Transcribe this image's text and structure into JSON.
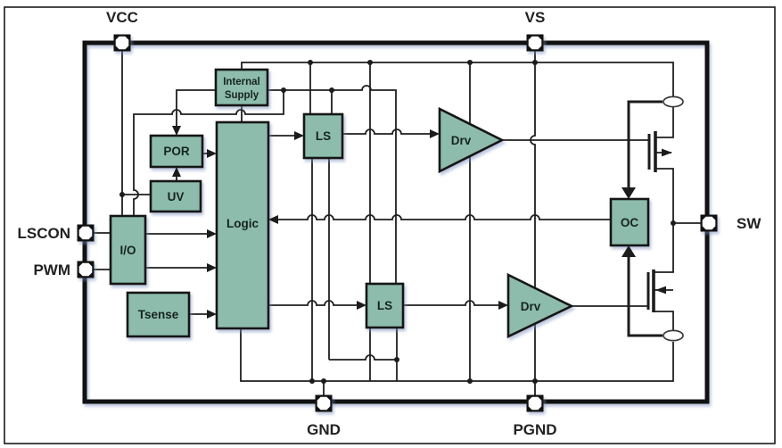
{
  "colors": {
    "block_fill": "#8DBCAC",
    "wire": "#1F1F1F",
    "chip_border": "#111111",
    "label_text": "#222222",
    "block_text": "#16241F",
    "shadow": "#7A8EBC"
  },
  "pins": {
    "vcc": "VCC",
    "vs": "VS",
    "lscon": "LSCON",
    "pwm": "PWM",
    "sw": "SW",
    "gnd": "GND",
    "pgnd": "PGND"
  },
  "blocks": {
    "internal_supply": {
      "line1": "Internal",
      "line2": "Supply"
    },
    "por": "POR",
    "uv": "UV",
    "io": "I/O",
    "logic": "Logic",
    "tsense": "Tsense",
    "ls_high": "LS",
    "ls_low": "LS",
    "oc": "OC",
    "drv_high": "Drv",
    "drv_low": "Drv"
  }
}
